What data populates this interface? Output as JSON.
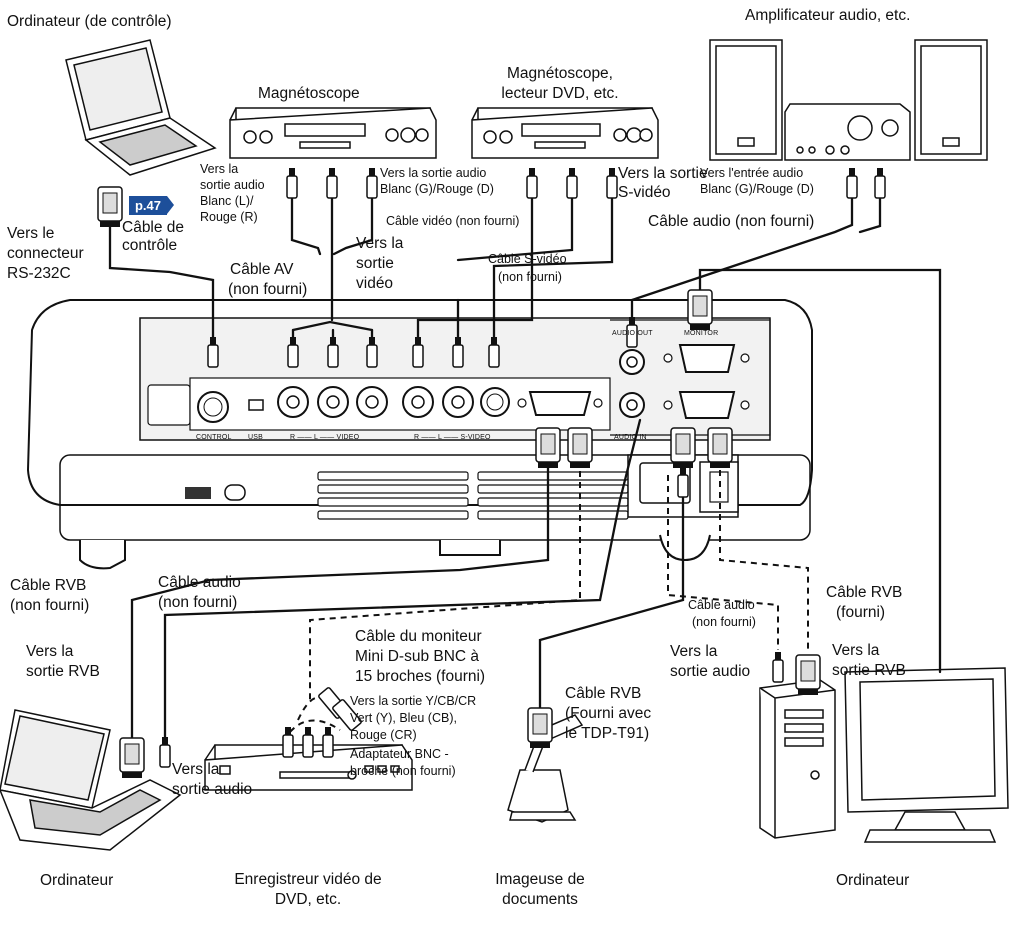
{
  "labels": {
    "pc_control": "Ordinateur (de contrôle)",
    "amplifier": "Amplificateur audio, etc.",
    "vcr": "Magnétoscope",
    "vcr_dvd_1": "Magnétoscope,",
    "vcr_dvd_2": "lecteur DVD, etc.",
    "vcr_audio_1": "Vers la",
    "vcr_audio_2": "sortie audio",
    "vcr_audio_3": "Blanc (L)/",
    "vcr_audio_4": "Rouge (R)",
    "dvd_audio_1": "Vers la sortie audio",
    "dvd_audio_2": "Blanc (G)/Rouge (D)",
    "svideo_out_1": "Vers la sortie",
    "svideo_out_2": "S-vidéo",
    "amp_in_1": "Vers l'entrée audio",
    "amp_in_2": "Blanc (G)/Rouge (D)",
    "page_ref": "p.47",
    "control_cable_1": "Câble de",
    "control_cable_2": "contrôle",
    "rs232_1": "Vers le",
    "rs232_2": "connecteur",
    "rs232_3": "RS-232C",
    "video_cable": "Câble vidéo (non fourni)",
    "svideo_cable_1": "Câble S-vidéo",
    "svideo_cable_2": "(non fourni)",
    "audio_cable_top": "Câble audio (non fourni)",
    "av_cable_1": "Câble AV",
    "av_cable_2": "(non fourni)",
    "video_out_1": "Vers la",
    "video_out_2": "sortie",
    "video_out_3": "vidéo",
    "rgb_cable_left_1": "Câble RVB",
    "rgb_cable_left_2": "(non fourni)",
    "audio_cable_left_1": "Câble audio",
    "audio_cable_left_2": "(non fourni)",
    "rgb_out_left_1": "Vers la",
    "rgb_out_left_2": "sortie RVB",
    "monitor_cable_1": "Câble du moniteur",
    "monitor_cable_2": "Mini D-sub BNC à",
    "monitor_cable_3": "15 broches (fourni)",
    "ycbcr_1": "Vers la sortie Y/CB/CR",
    "ycbcr_2": "Vert (Y), Bleu (CB),",
    "ycbcr_3": "Rouge (CR)",
    "bnc_adapter_1": "Adaptateur BNC -",
    "bnc_adapter_2": "broche (non fourni)",
    "audio_out_left_1": "Vers la",
    "audio_out_left_2": "sortie audio",
    "rgb_cable_tdp_1": "Câble RVB",
    "rgb_cable_tdp_2": "(Fourni avec",
    "rgb_cable_tdp_3": "le TDP-T91)",
    "audio_cable_right_1": "Câble audio",
    "audio_cable_right_2": "(non fourni)",
    "rgb_cable_right_1": "Câble RVB",
    "rgb_cable_right_2": "(fourni)",
    "audio_out_right_1": "Vers la",
    "audio_out_right_2": "sortie audio",
    "rgb_out_right_1": "Vers la",
    "rgb_out_right_2": "sortie RVB",
    "pc_bottom_left": "Ordinateur",
    "dvd_recorder_1": "Enregistreur vidéo de",
    "dvd_recorder_2": "DVD, etc.",
    "doc_imager_1": "Imageuse de",
    "doc_imager_2": "documents",
    "pc_bottom_right": "Ordinateur"
  },
  "panel": {
    "control": "CONTROL",
    "usb": "USB",
    "video_group": "R —— L —— VIDEO",
    "svideo_group": "R —— L —— S-VIDEO",
    "audio_out": "AUDIO OUT",
    "audio_in": "AUDIO IN",
    "monitor": "MONITOR"
  },
  "colors": {
    "ink": "#111111",
    "badge": "#1d4f9a"
  }
}
